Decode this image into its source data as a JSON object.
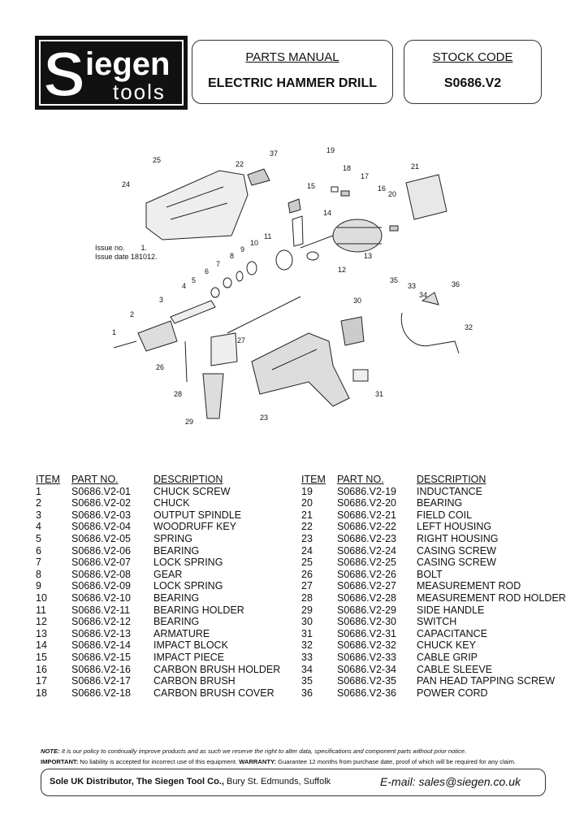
{
  "logo": {
    "text": "Siegen tools"
  },
  "header": {
    "manual_label": "PARTS MANUAL",
    "product_name": "ELECTRIC HAMMER DRILL",
    "stock_label": "STOCK CODE",
    "stock_code": "S0686.V2"
  },
  "issue": {
    "issue_no": "Issue no.        1.",
    "issue_date": "Issue date 181012."
  },
  "diagram_labels": [
    "1",
    "2",
    "3",
    "4",
    "5",
    "6",
    "7",
    "8",
    "9",
    "10",
    "11",
    "12",
    "13",
    "14",
    "15",
    "16",
    "17",
    "18",
    "19",
    "20",
    "21",
    "22",
    "23",
    "24",
    "25",
    "26",
    "27",
    "28",
    "29",
    "30",
    "31",
    "32",
    "33",
    "34",
    "35",
    "36",
    "37"
  ],
  "table": {
    "headers": {
      "item": "ITEM",
      "part": "PART NO.",
      "desc": "DESCRIPTION"
    },
    "left": [
      {
        "item": "1",
        "part": "S0686.V2-01",
        "desc": "CHUCK SCREW"
      },
      {
        "item": "2",
        "part": "S0686.V2-02",
        "desc": "CHUCK"
      },
      {
        "item": "3",
        "part": "S0686.V2-03",
        "desc": "OUTPUT SPINDLE"
      },
      {
        "item": "4",
        "part": "S0686.V2-04",
        "desc": "WOODRUFF KEY"
      },
      {
        "item": "5",
        "part": "S0686.V2-05",
        "desc": "SPRING"
      },
      {
        "item": "6",
        "part": "S0686.V2-06",
        "desc": "BEARING"
      },
      {
        "item": "7",
        "part": "S0686.V2-07",
        "desc": "LOCK SPRING"
      },
      {
        "item": "8",
        "part": "S0686.V2-08",
        "desc": "GEAR"
      },
      {
        "item": "9",
        "part": "S0686.V2-09",
        "desc": "LOCK SPRING"
      },
      {
        "item": "10",
        "part": "S0686.V2-10",
        "desc": "BEARING"
      },
      {
        "item": "11",
        "part": "S0686.V2-11",
        "desc": "BEARING HOLDER"
      },
      {
        "item": "12",
        "part": "S0686.V2-12",
        "desc": "BEARING"
      },
      {
        "item": "13",
        "part": "S0686.V2-13",
        "desc": "ARMATURE"
      },
      {
        "item": "14",
        "part": "S0686.V2-14",
        "desc": "IMPACT BLOCK"
      },
      {
        "item": "15",
        "part": "S0686.V2-15",
        "desc": "IMPACT PIECE"
      },
      {
        "item": "16",
        "part": "S0686.V2-16",
        "desc": "CARBON BRUSH HOLDER"
      },
      {
        "item": "17",
        "part": "S0686.V2-17",
        "desc": "CARBON BRUSH"
      },
      {
        "item": "18",
        "part": "S0686.V2-18",
        "desc": "CARBON BRUSH COVER"
      }
    ],
    "right": [
      {
        "item": "19",
        "part": "S0686.V2-19",
        "desc": "INDUCTANCE"
      },
      {
        "item": "20",
        "part": "S0686.V2-20",
        "desc": "BEARING"
      },
      {
        "item": "21",
        "part": "S0686.V2-21",
        "desc": "FIELD COIL"
      },
      {
        "item": "22",
        "part": "S0686.V2-22",
        "desc": "LEFT HOUSING"
      },
      {
        "item": "23",
        "part": "S0686.V2-23",
        "desc": "RIGHT HOUSING"
      },
      {
        "item": "24",
        "part": "S0686.V2-24",
        "desc": "CASING SCREW"
      },
      {
        "item": "25",
        "part": "S0686.V2-25",
        "desc": "CASING SCREW"
      },
      {
        "item": "26",
        "part": "S0686.V2-26",
        "desc": "BOLT"
      },
      {
        "item": "27",
        "part": "S0686.V2-27",
        "desc": "MEASUREMENT ROD"
      },
      {
        "item": "28",
        "part": "S0686.V2-28",
        "desc": "MEASUREMENT ROD HOLDER"
      },
      {
        "item": "29",
        "part": "S0686.V2-29",
        "desc": "SIDE HANDLE"
      },
      {
        "item": "30",
        "part": "S0686.V2-30",
        "desc": "SWITCH"
      },
      {
        "item": "31",
        "part": "S0686.V2-31",
        "desc": "CAPACITANCE"
      },
      {
        "item": "32",
        "part": "S0686.V2-32",
        "desc": "CHUCK KEY"
      },
      {
        "item": "33",
        "part": "S0686.V2-33",
        "desc": "CABLE GRIP"
      },
      {
        "item": "34",
        "part": "S0686.V2-34",
        "desc": "CABLE SLEEVE"
      },
      {
        "item": "35",
        "part": "S0686.V2-35",
        "desc": "PAN HEAD TAPPING SCREW"
      },
      {
        "item": "36",
        "part": "S0686.V2-36",
        "desc": "POWER CORD"
      }
    ]
  },
  "notes": {
    "note_label": "NOTE:",
    "note_text": " It is our policy to continually improve products and as such we reserve the right to alter data, specifications and component parts without prior notice.",
    "important_label": "IMPORTANT:",
    "important_text": " No liability is accepted for incorrect use of this equipment. ",
    "warranty_label": "WARRANTY:",
    "warranty_text": " Guarantee 12 months from purchase date, proof of which will be required for any claim."
  },
  "footer": {
    "distributor_bold": "Sole UK Distributor, The Siegen Tool Co.,",
    "distributor_rest": " Bury St. Edmunds, Suffolk",
    "email": "E-mail: sales@siegen.co.uk"
  }
}
